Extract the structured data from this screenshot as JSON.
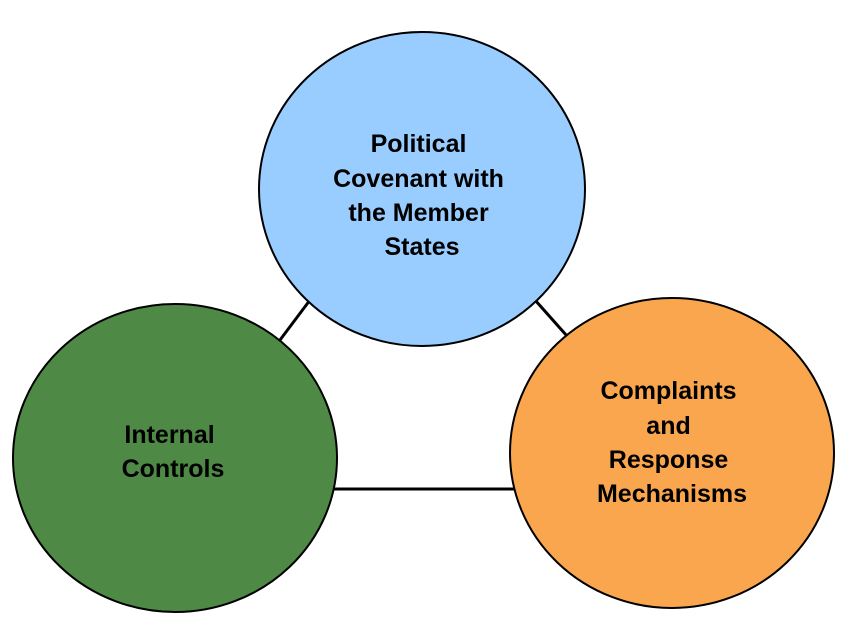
{
  "diagram": {
    "nodes": [
      {
        "id": "political-covenant",
        "lines": [
          "Political",
          "Covenant with",
          "the Member",
          "States"
        ],
        "fill": "#99CCFF"
      },
      {
        "id": "internal-controls",
        "lines": [
          "Internal",
          "Controls"
        ],
        "fill": "#4E8A45"
      },
      {
        "id": "complaints-response",
        "lines": [
          "Complaints",
          "and",
          "Response",
          "Mechanisms"
        ],
        "fill": "#FAA64F"
      }
    ],
    "edges": [
      {
        "from": "political-covenant",
        "to": "internal-controls"
      },
      {
        "from": "political-covenant",
        "to": "complaints-response"
      },
      {
        "from": "internal-controls",
        "to": "complaints-response"
      }
    ],
    "colors": {
      "outline": "#000000",
      "connector": "#000000",
      "background": "#FFFFFF"
    }
  }
}
